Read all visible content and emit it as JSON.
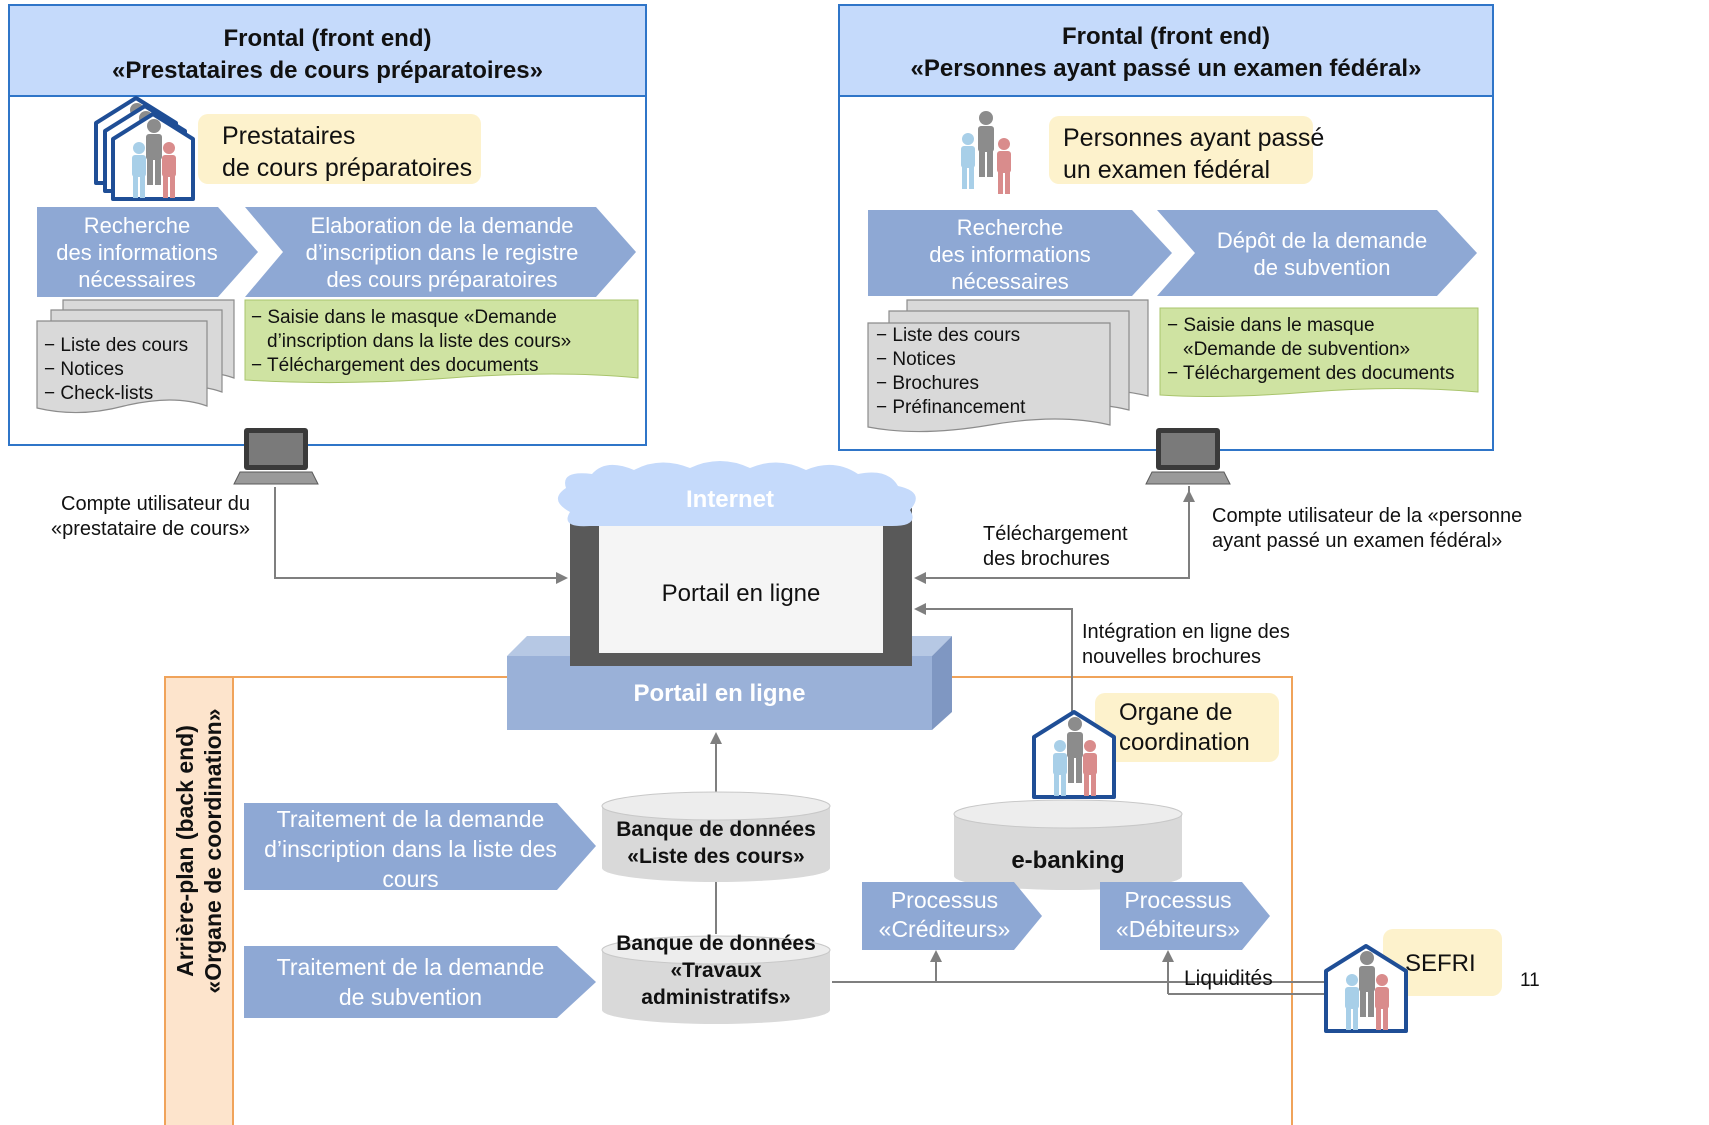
{
  "left_frontend": {
    "title_line1": "Frontal (front end)",
    "title_line2": "«Prestataires de cours préparatoires»",
    "role_line1": "Prestataires",
    "role_line2": "de cours préparatoires",
    "step1": [
      "Recherche",
      "des informations",
      "nécessaires"
    ],
    "step2": [
      "Elaboration de la demande",
      "d’inscription dans le registre",
      "des cours préparatoires"
    ],
    "docs": [
      "− Liste des cours",
      "− Notices",
      "− Check-lists"
    ],
    "actions": [
      "− Saisie dans le masque «Demande",
      "d’inscription dans la liste des cours»",
      "− Téléchargement des documents"
    ],
    "account_line1": "Compte utilisateur du",
    "account_line2": "«prestataire de cours»"
  },
  "right_frontend": {
    "title_line1": "Frontal (front end)",
    "title_line2": "«Personnes ayant passé un examen fédéral»",
    "role_line1": "Personnes ayant passé",
    "role_line2": "un examen fédéral",
    "step1": [
      "Recherche",
      "des informations",
      "nécessaires"
    ],
    "step2": [
      "Dépôt de la demande",
      "de subvention"
    ],
    "docs": [
      "− Liste des cours",
      "− Notices",
      "− Brochures",
      "− Préfinancement"
    ],
    "actions": [
      "− Saisie dans le masque",
      "«Demande de subvention»",
      "− Téléchargement des documents"
    ],
    "account_line1": "Compte utilisateur de la «personne",
    "account_line2": "ayant passé un examen fédéral»"
  },
  "center": {
    "internet": "Internet",
    "portal_screen": "Portail en ligne",
    "portal_box": "Portail en ligne",
    "download_line1": "Téléchargement",
    "download_line2": "des brochures",
    "integration_line1": "Intégration en ligne des",
    "integration_line2": "nouvelles brochures"
  },
  "backend": {
    "side_title_line1": "Arrière-plan (back end)",
    "side_title_line2": "«Organe de coordination»",
    "organe_line1": "Organe de",
    "organe_line2": "coordination",
    "process_inscription": [
      "Traitement de la demande",
      "d’inscription dans la liste des",
      "cours"
    ],
    "process_subvention": [
      "Traitement de la demande",
      "de subvention"
    ],
    "db_courses_line1": "Banque de données",
    "db_courses_line2": "«Liste des cours»",
    "db_admin_line1": "Banque de données",
    "db_admin_line2": "«Travaux",
    "db_admin_line3": "administratifs»",
    "ebanking": "e-banking",
    "creditors_line1": "Processus",
    "creditors_line2": "«Créditeurs»",
    "debtors_line1": "Processus",
    "debtors_line2": "«Débiteurs»",
    "liquidity": "Liquidités",
    "sefri": "SEFRI"
  },
  "page_number": "11",
  "colors": {
    "header_blue": "#c5dafb",
    "frame_blue": "#2f75c8",
    "chevron_blue": "#8ea8d4",
    "green_note": "#cfe3a2",
    "yellow_note": "#fdf2cc",
    "backend_orange": "#f0a35a",
    "db_gray": "#d9d9d9",
    "screen_dark": "#595959"
  },
  "icons": [
    "building-people-icon",
    "people-icon",
    "laptop-icon",
    "cloud-icon",
    "database-icon"
  ]
}
